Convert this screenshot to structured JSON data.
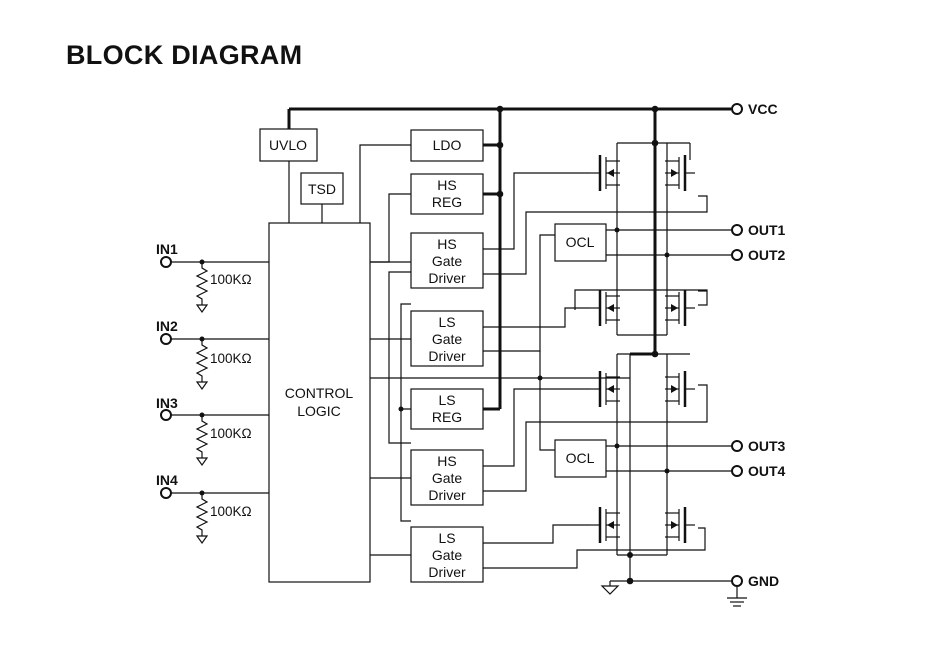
{
  "page_title": "BLOCK DIAGRAM",
  "blocks": {
    "uvlo": "UVLO",
    "tsd": "TSD",
    "ldo": "LDO",
    "hs_reg": [
      "HS",
      "REG"
    ],
    "ls_reg": [
      "LS",
      "REG"
    ],
    "control": [
      "CONTROL",
      "LOGIC"
    ],
    "hs_driver": [
      "HS",
      "Gate",
      "Driver"
    ],
    "ls_driver": [
      "LS",
      "Gate",
      "Driver"
    ],
    "ocl": "OCL"
  },
  "pins": {
    "in1": "IN1",
    "in2": "IN2",
    "in3": "IN3",
    "in4": "IN4",
    "vcc": "VCC",
    "out1": "OUT1",
    "out2": "OUT2",
    "out3": "OUT3",
    "out4": "OUT4",
    "gnd": "GND"
  },
  "resistor_label": "100KΩ"
}
